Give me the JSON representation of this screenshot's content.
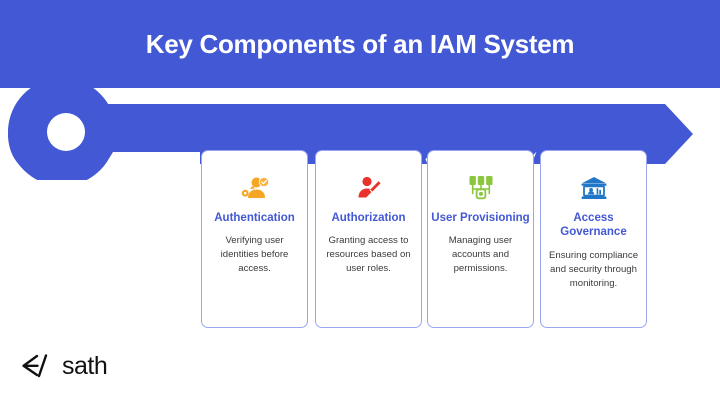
{
  "header": {
    "title": "Key Components of an IAM System",
    "background_color": "#4358d4",
    "title_color": "#ffffff"
  },
  "key_graphic": {
    "name": "key-illustration",
    "color": "#4358d4",
    "description": "Large horizontal key: round bow at left with circular hole, shaft with zigzag teeth along the bottom, pointed tip at right"
  },
  "cards": [
    {
      "icon": "user-check-key-icon",
      "icon_color": "#f5a623",
      "title": "Authentication",
      "description": "Verifying user identities before access."
    },
    {
      "icon": "user-edit-pencil-icon",
      "icon_color": "#e8322a",
      "title": "Authorization",
      "description": "Granting access to resources based on user roles."
    },
    {
      "icon": "provisioning-network-icon",
      "icon_color": "#8cc63f",
      "title": "User Provisioning",
      "description": "Managing user accounts and permissions."
    },
    {
      "icon": "bank-governance-icon",
      "icon_color": "#2176c7",
      "title": "Access Governance",
      "description": "Ensuring compliance and security through monitoring."
    }
  ],
  "logo": {
    "mark": "code-arrow-slash-icon",
    "wordmark": "sath",
    "color": "#111111"
  },
  "theme": {
    "brand_blue": "#4358d4",
    "card_border": "#9aa6ef",
    "title_blue": "#4358d4",
    "body_text": "#3b3b3b",
    "page_background": "#ffffff"
  }
}
